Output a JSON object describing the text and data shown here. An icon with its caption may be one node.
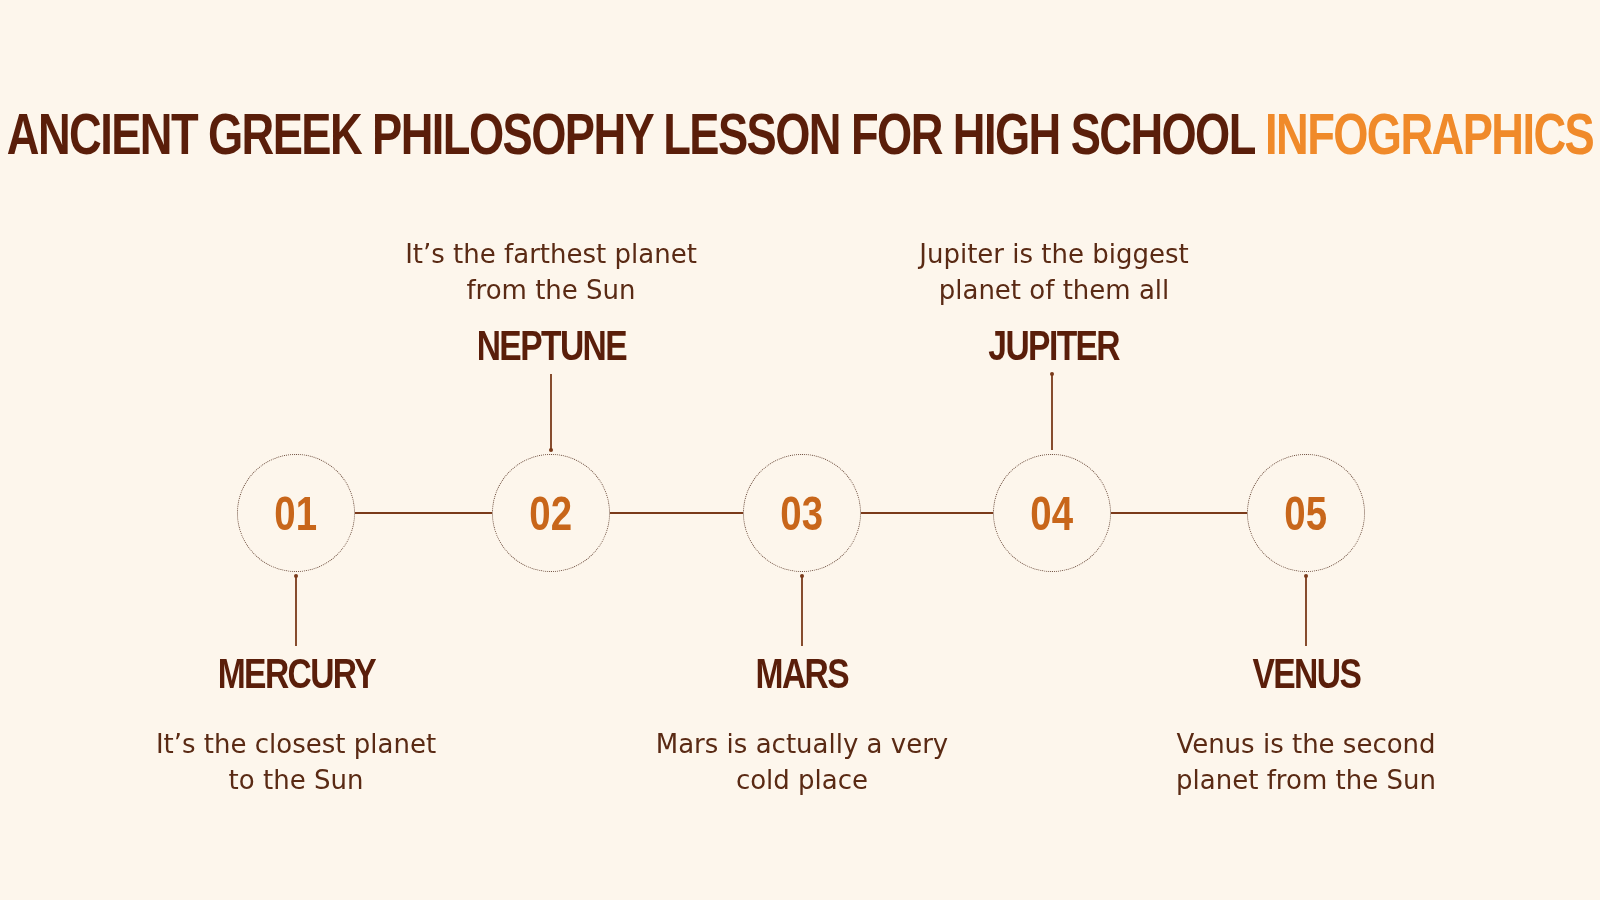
{
  "diagram": {
    "title": "ANCIENT GREEK PHILOSOPHY LESSON FOR HIGH SCHOOL **INFOGRAPHICS**",
    "nodes": [
      {
        "text": [
          "It’s the farthest planet from the Sun",
          "NEPTUNE"
        ]
      },
      {
        "text": [
          "Jupiter is the biggest planet of them all",
          "JUPITER"
        ]
      },
      {
        "text": [
          "01"
        ]
      },
      {
        "text": [
          "02"
        ]
      },
      {
        "text": [
          "03"
        ]
      },
      {
        "text": [
          "04"
        ]
      },
      {
        "text": [
          "05"
        ]
      },
      {
        "text": [
          "MERCURY",
          "It’s the closest planet to the Sun"
        ]
      },
      {
        "text": [
          "MARS",
          "Mars is actually a very cold place"
        ]
      },
      {
        "text": [
          "VENUS",
          "Venus is the second planet from the Sun"
        ]
      }
    ],
    "edges": [
      {
        "from": 2,
        "to": 3,
        "arrow": "none"
      },
      {
        "from": 3,
        "to": 4,
        "arrow": "none"
      },
      {
        "from": 4,
        "to": 5,
        "arrow": "none"
      },
      {
        "from": 5,
        "to": 6,
        "arrow": "none"
      },
      {
        "from": 2,
        "to": 7,
        "arrow": "other"
      },
      {
        "from": 3,
        "to": 0,
        "arrow": "other"
      },
      {
        "from": 4,
        "to": 8,
        "arrow": "other"
      },
      {
        "from": 1,
        "to": 5,
        "arrow": "other"
      },
      {
        "from": 6,
        "to": 9,
        "arrow": "other"
      }
    ]
  }
}
